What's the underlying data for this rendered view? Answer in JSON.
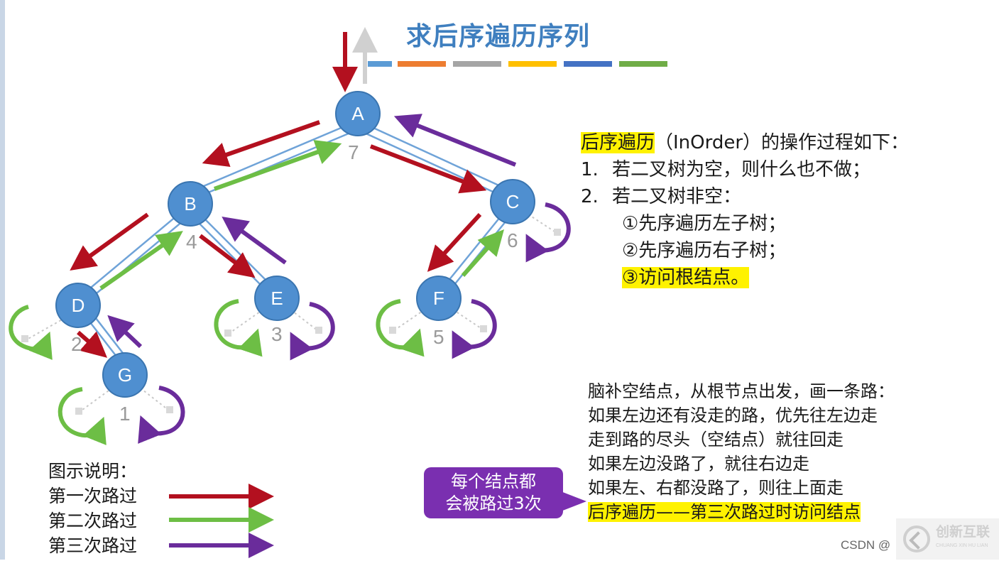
{
  "title": "求后序遍历序列",
  "colors": {
    "first_pass": "#b3101f",
    "second_pass": "#6dbe45",
    "third_pass": "#6a2c9b",
    "node_fill": "#4f8fd0",
    "highlight": "#fff200",
    "title": "#3f7fbf"
  },
  "title_bar_colors": [
    "#5b9bd5",
    "#ed7d31",
    "#a5a5a5",
    "#ffc000",
    "#4472c4",
    "#70ad47"
  ],
  "tree": {
    "nodes": [
      {
        "label": "A",
        "order": "7"
      },
      {
        "label": "B",
        "order": "4"
      },
      {
        "label": "C",
        "order": "6"
      },
      {
        "label": "D",
        "order": "2"
      },
      {
        "label": "E",
        "order": "3"
      },
      {
        "label": "F",
        "order": "5"
      },
      {
        "label": "G",
        "order": "1"
      }
    ]
  },
  "operations": {
    "title_hl": "后序遍历",
    "title_rest": "（InOrder）的操作过程如下：",
    "step1_num": "1.",
    "step1": "若二叉树为空，则什么也不做；",
    "step2_num": "2.",
    "step2": "若二叉树非空：",
    "sub1": "①先序遍历左子树；",
    "sub2": "②先序遍历右子树；",
    "sub3": "③访问根结点。"
  },
  "description": {
    "line1": "脑补空结点，从根节点出发，画一条路：",
    "line2": "如果左边还有没走的路，优先往左边走",
    "line3": "走到路的尽头（空结点）就往回走",
    "line4": "如果左边没路了，就往右边走",
    "line5": "如果左、右都没路了，则往上面走",
    "line6": "后序遍历——第三次路过时访问结点"
  },
  "callout": {
    "line1": "每个结点都",
    "line2": "会被路过3次"
  },
  "legend": {
    "title": "图示说明：",
    "items": [
      "第一次路过",
      "第二次路过",
      "第三次路过"
    ]
  },
  "watermark": "CSDN @",
  "logo": {
    "name": "创新互联",
    "sub": "CHUANG XIN HU LIAN"
  }
}
